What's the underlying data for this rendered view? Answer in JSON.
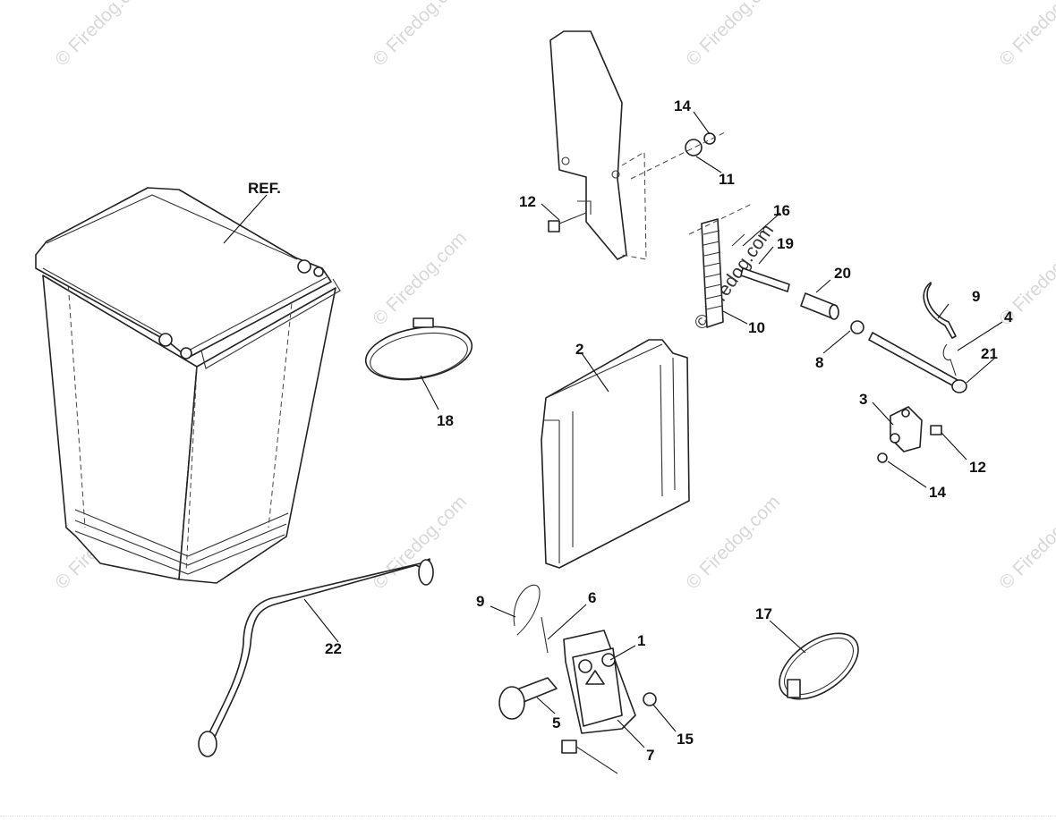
{
  "labels": {
    "ref": "REF.",
    "p1": "1",
    "p2": "2",
    "p3": "3",
    "p4": "4",
    "p5": "5",
    "p6": "6",
    "p7": "7",
    "p8": "8",
    "p9a": "9",
    "p9b": "9",
    "p10": "10",
    "p11": "11",
    "p12a": "12",
    "p12b": "12",
    "p14a": "14",
    "p14b": "14",
    "p15": "15",
    "p16": "16",
    "p17": "17",
    "p18": "18",
    "p19": "19",
    "p20": "20",
    "p21": "21",
    "p22": "22"
  },
  "watermark": {
    "text": "© Firedog.com",
    "center_text": "© Firedog.com"
  },
  "colors": {
    "line": "#222222",
    "watermark": "#d8d8d8",
    "label": "#111111"
  }
}
